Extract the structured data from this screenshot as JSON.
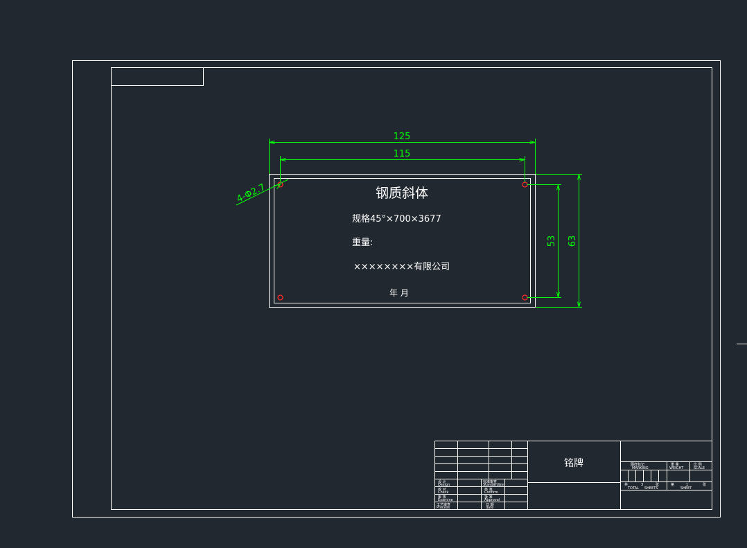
{
  "dimensions": {
    "overall_width": "125",
    "hole_spacing_x": "115",
    "hole_spacing_y": "53",
    "overall_height": "63",
    "hole_callout": "4-Φ2.7"
  },
  "plate": {
    "title": "钢质斜体",
    "spec": "规格45°×700×3677",
    "weight": "重量:",
    "company": "××××××××有限公司",
    "date": "年   月"
  },
  "title_block": {
    "part_name": "铭牌",
    "rows_left": [
      "设 计",
      "Design",
      "校 对",
      "Check",
      "审 核",
      "Examine",
      "工艺审查",
      "Process"
    ],
    "rows_mid": [
      "标准审查",
      "Standardize",
      "核 准",
      "Confirm",
      "批 准",
      "Approval",
      "日 期",
      "date"
    ],
    "header_right": [
      "图样标记",
      "MARKING",
      "重 量",
      "WEIGHT",
      "比 例",
      "SCALE"
    ],
    "sheet_left": [
      "共",
      "张",
      "TOTAL",
      "SHEETS"
    ],
    "sheet_right": [
      "第",
      "张",
      "SHEET"
    ],
    "sheet_total": "3",
    "sheet_no": "1"
  },
  "colors": {
    "background": "#212830",
    "lines": "#ffffff",
    "dimension": "#00ff00",
    "holes": "#ff2a2a"
  }
}
